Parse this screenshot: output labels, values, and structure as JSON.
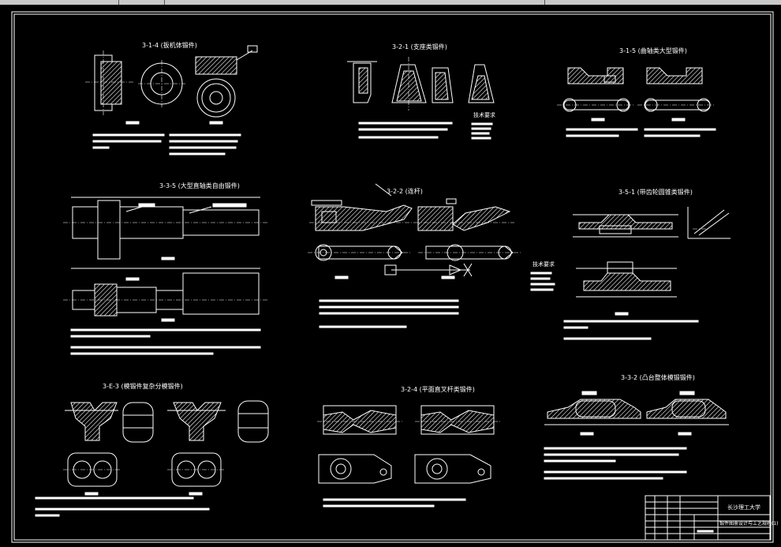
{
  "drawing": {
    "sections": [
      {
        "id": "s1",
        "title": "3-1-4 (扳机体锻件)"
      },
      {
        "id": "s2",
        "title": "3-2-1 (支座类锻件)"
      },
      {
        "id": "s3",
        "title": "3-1-5 (曲轴类大型锻件)"
      },
      {
        "id": "s4",
        "title": "3-3-5 (大型直轴类自由锻件)"
      },
      {
        "id": "s5",
        "title": "3-2-2 (连杆)"
      },
      {
        "id": "s6",
        "title": "3-5-1 (带齿轮圆锥类锻件)"
      },
      {
        "id": "s7",
        "title": "3-E-3 (模锻件复杂分模锻件)"
      },
      {
        "id": "s8",
        "title": "3-2-4 (平面直叉杆类锻件)"
      },
      {
        "id": "s9",
        "title": "3-3-2 (凸台整体模锻锻件)"
      }
    ],
    "tech_requirements_title_1": "技术要求",
    "tech_requirements_title_2": "技术要求",
    "title_block": {
      "school": "长沙理工大学",
      "drawing_name": "锻件图册设计与工艺规程(1)"
    },
    "line_color": "#ffffff",
    "background_color": "#000000"
  }
}
